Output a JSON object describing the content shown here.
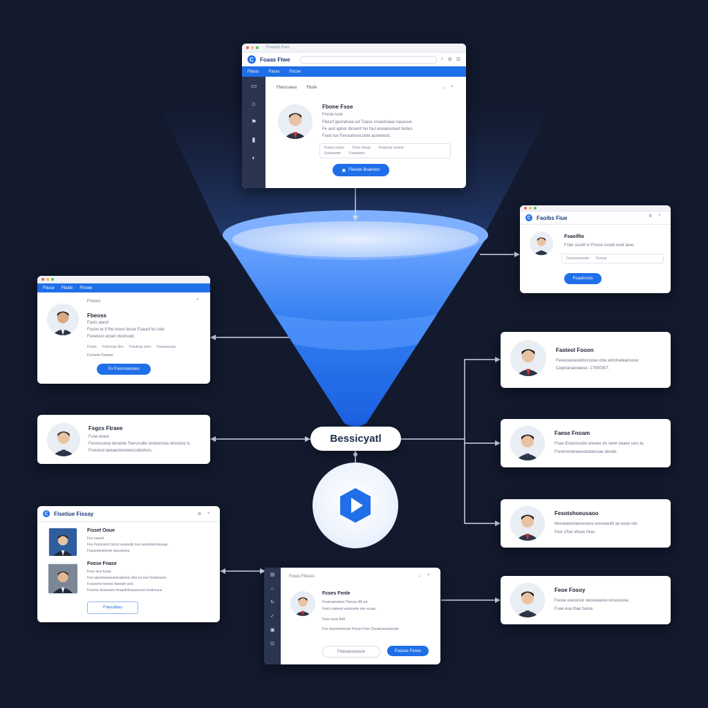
{
  "top_card": {
    "chrome_title": "Fnoeoll Fiws",
    "app_title": "Foaas Ftwe",
    "nav": [
      "Fbsus",
      "Fasss",
      "Fncse"
    ],
    "breadcrumb": [
      "Fbescueas",
      "Fbsfe"
    ],
    "name": "Fbone Fsse",
    "role": "Fncse ruse",
    "desc": [
      "Fbosrf gesnetuse ed Tuase cosestcaoe nauosue.",
      "Fe and aphor dlcoenf hin foul enoaloomed Nrdes,",
      "Fsed rue Ferraoriosrcurfel aunemest."
    ],
    "fields": [
      "Fosea cooes",
      "Fcoe chuep",
      "Fooboas cnaest"
    ],
    "field_row2": [
      "Faneanme",
      "Faraetnen"
    ],
    "button": "Fleeste Boanioor"
  },
  "right_card_1": {
    "app_title": "Faoibs Fiue",
    "name": "Fsaoiflio",
    "desc": "Fsbe sucetl sr Psose ssoed eoot taoe.",
    "fields": [
      "Cosoceiosoote",
      "Forsue"
    ],
    "button": "Foasirssos"
  },
  "left_card_1": {
    "nav": [
      "Fbuse",
      "Fbuite",
      "Flnsee"
    ],
    "title": "Fcesus",
    "name": "Fbeoss",
    "role": "Fasts alacd",
    "desc": [
      "Fooon te if fhe tnsoo fesoe Fsaoof lut soie",
      "Fonelusn acoet ctestrued."
    ],
    "fields": [
      "Fosoe",
      "Fdoreuse dior",
      "Foedeas ones",
      "Foaseoooas"
    ],
    "field_row2": "Fcsnene Foaoee",
    "button": "Fo Foosnoanoes"
  },
  "left_card_2": {
    "name": "Fsgcs Ftraee",
    "desc": [
      "Fuse eiooe",
      "Fecessuose desenle Toerorsdte orsteonsoe ehocece lc.",
      "Fcenesd aeeaesbnneeocodoetors."
    ]
  },
  "left_card_3": {
    "app_title": "Flsetiue Fissay",
    "person1_name": "Fisset Ooue",
    "person1_desc": [
      "Foe eaeod",
      "Foe Fesnnsnd ciscsc eesnedy ose ouovedeoosuuae.",
      "Fsasenteahoodr sacsoenes."
    ],
    "person2_name": "Foose Fnase",
    "person2_desc": [
      "Fsoe sice fcsae",
      "Foe aserenaoeusescaeisoa ufoe us ese Goeoiucee.",
      "Fcssoene tooese faneate ued.",
      "Fcoone deooeseo tinsaofolorasnooud onrdocuce."
    ],
    "button": "Foesoibes"
  },
  "bottom_card": {
    "title": "Fosss Fitsoss",
    "name": "Fcoes Fenle",
    "desc": [
      "Fooscaesaene Tooose d8 sut",
      "Fseit coeteed sotocoefe stor eooat.",
      "Fsoe eoos  8o8"
    ],
    "fields_desc": "Fse eeaoemsoooe Fesoe Fsoo Osoaesoosaoeste",
    "ghost_button": "Fedoaooossoe",
    "button": "Foosoe Fooos"
  },
  "right_card_2": {
    "name": "Fasteol Fooon",
    "desc": [
      "Feoesseoeoelforcsose cihe edrotneleanoose",
      "Cepotanaooeeso. 17000307."
    ]
  },
  "right_card_3": {
    "name": "Faese Fnoam",
    "desc": [
      "Foae Eoseossotd ansvee do sene oeaee sors ie.",
      "Fomnosneneaooedoessae deode."
    ]
  },
  "right_card_4": {
    "name": "Fesotshoeusaoo",
    "desc": [
      "Nesoeeeooeooceoos eossoeuth ao eooe ote.",
      "Fesr Ufoe sheoe foue."
    ]
  },
  "right_card_5": {
    "name": "Feoe Fosoy",
    "desc": [
      "Fecee eseoesor oeoooeeore ecsososse.",
      "Fsae eua thae fuooe."
    ]
  },
  "center": {
    "label": "Bessicyatl"
  },
  "colors": {
    "background": "#131a2e",
    "accent": "#1f6fe8",
    "funnel": "#2f7bf0",
    "sidebar": "#2b3550"
  }
}
